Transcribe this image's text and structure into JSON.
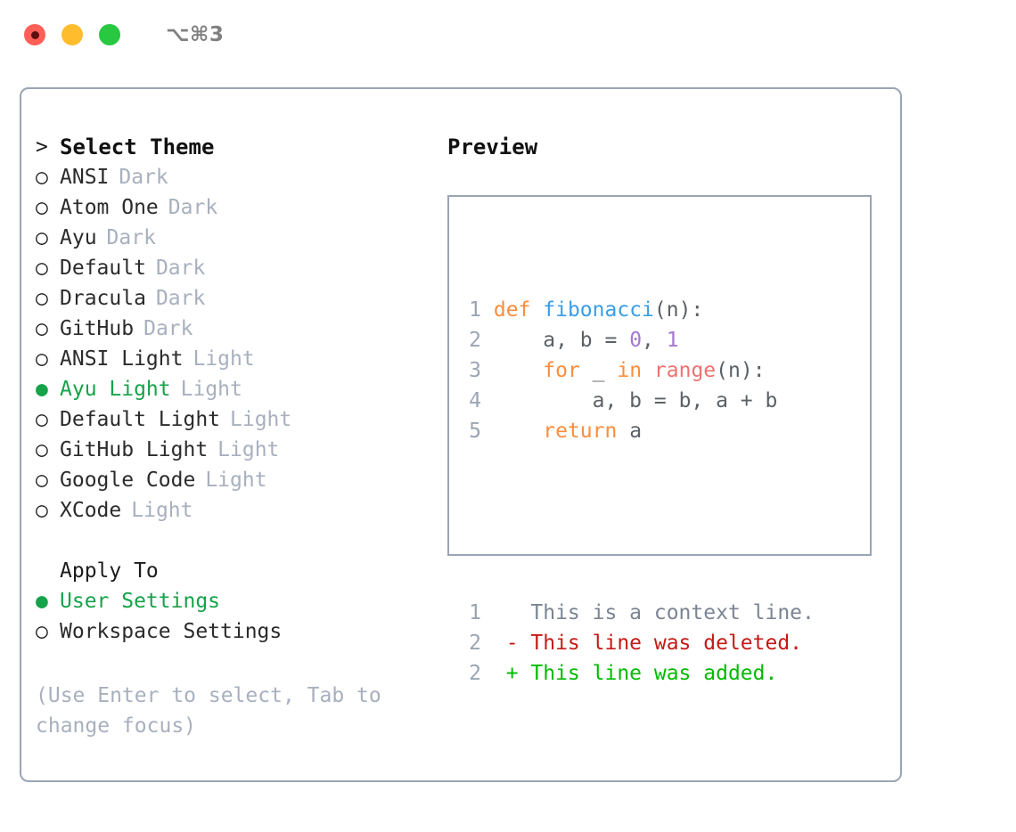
{
  "titlebar": {
    "shortcut": "⌥⌘3",
    "buttons": [
      {
        "name": "close",
        "color": "#ff5f57"
      },
      {
        "name": "minimize",
        "color": "#ffbd2e"
      },
      {
        "name": "maximize",
        "color": "#28c840"
      }
    ]
  },
  "theme_picker": {
    "header_prefix": ">",
    "header": "Select Theme",
    "items": [
      {
        "prefix": "○",
        "label": "ANSI",
        "tag": "Dark",
        "selected": false
      },
      {
        "prefix": "○",
        "label": "Atom One",
        "tag": "Dark",
        "selected": false
      },
      {
        "prefix": "○",
        "label": "Ayu",
        "tag": "Dark",
        "selected": false
      },
      {
        "prefix": "○",
        "label": "Default",
        "tag": "Dark",
        "selected": false
      },
      {
        "prefix": "○",
        "label": "Dracula",
        "tag": "Dark",
        "selected": false
      },
      {
        "prefix": "○",
        "label": "GitHub",
        "tag": "Dark",
        "selected": false
      },
      {
        "prefix": "○",
        "label": "ANSI Light",
        "tag": "Light",
        "selected": false
      },
      {
        "prefix": "●",
        "label": "Ayu Light",
        "tag": "Light",
        "selected": true
      },
      {
        "prefix": "○",
        "label": "Default Light",
        "tag": "Light",
        "selected": false
      },
      {
        "prefix": "○",
        "label": "GitHub Light",
        "tag": "Light",
        "selected": false
      },
      {
        "prefix": "○",
        "label": "Google Code",
        "tag": "Light",
        "selected": false
      },
      {
        "prefix": "○",
        "label": "XCode",
        "tag": "Light",
        "selected": false
      }
    ]
  },
  "apply_to": {
    "header": "Apply To",
    "items": [
      {
        "prefix": "●",
        "label": "User Settings",
        "selected": true
      },
      {
        "prefix": "○",
        "label": "Workspace Settings",
        "selected": false
      }
    ]
  },
  "hint": "(Use Enter to select, Tab to change focus)",
  "preview": {
    "title": "Preview",
    "code_lines": [
      {
        "n": "1",
        "tokens": [
          {
            "t": "def",
            "c": "kw"
          },
          {
            "t": " ",
            "c": "pln"
          },
          {
            "t": "fibonacci",
            "c": "fn"
          },
          {
            "t": "(n):",
            "c": "pln"
          }
        ]
      },
      {
        "n": "2",
        "tokens": [
          {
            "t": "    a, b = ",
            "c": "pln"
          },
          {
            "t": "0",
            "c": "num"
          },
          {
            "t": ", ",
            "c": "pln"
          },
          {
            "t": "1",
            "c": "num"
          }
        ]
      },
      {
        "n": "3",
        "tokens": [
          {
            "t": "    ",
            "c": "pln"
          },
          {
            "t": "for",
            "c": "kw"
          },
          {
            "t": " _ ",
            "c": "pln"
          },
          {
            "t": "in",
            "c": "kw"
          },
          {
            "t": " ",
            "c": "pln"
          },
          {
            "t": "range",
            "c": "bi"
          },
          {
            "t": "(n):",
            "c": "pln"
          }
        ]
      },
      {
        "n": "4",
        "tokens": [
          {
            "t": "        a, b = b, a + b",
            "c": "pln"
          }
        ]
      },
      {
        "n": "5",
        "tokens": [
          {
            "t": "    ",
            "c": "pln"
          },
          {
            "t": "return",
            "c": "kw"
          },
          {
            "t": " a",
            "c": "pln"
          }
        ]
      }
    ],
    "diff_lines": [
      {
        "n": "1",
        "marker": " ",
        "text": " This is a context line.",
        "kind": "ctx"
      },
      {
        "n": "2",
        "marker": "-",
        "text": " This line was deleted.",
        "kind": "del"
      },
      {
        "n": "2",
        "marker": "+",
        "text": " This line was added.",
        "kind": "add"
      }
    ]
  },
  "colors": {
    "accent_green": "#16a34a",
    "border": "#9aa5b4",
    "muted": "#a8b0be",
    "keyword": "#fa8d3e",
    "function": "#399ee6",
    "number": "#a37acc",
    "builtin": "#f07171",
    "diff_deleted": "#c41a16",
    "diff_added": "#00bb00"
  }
}
